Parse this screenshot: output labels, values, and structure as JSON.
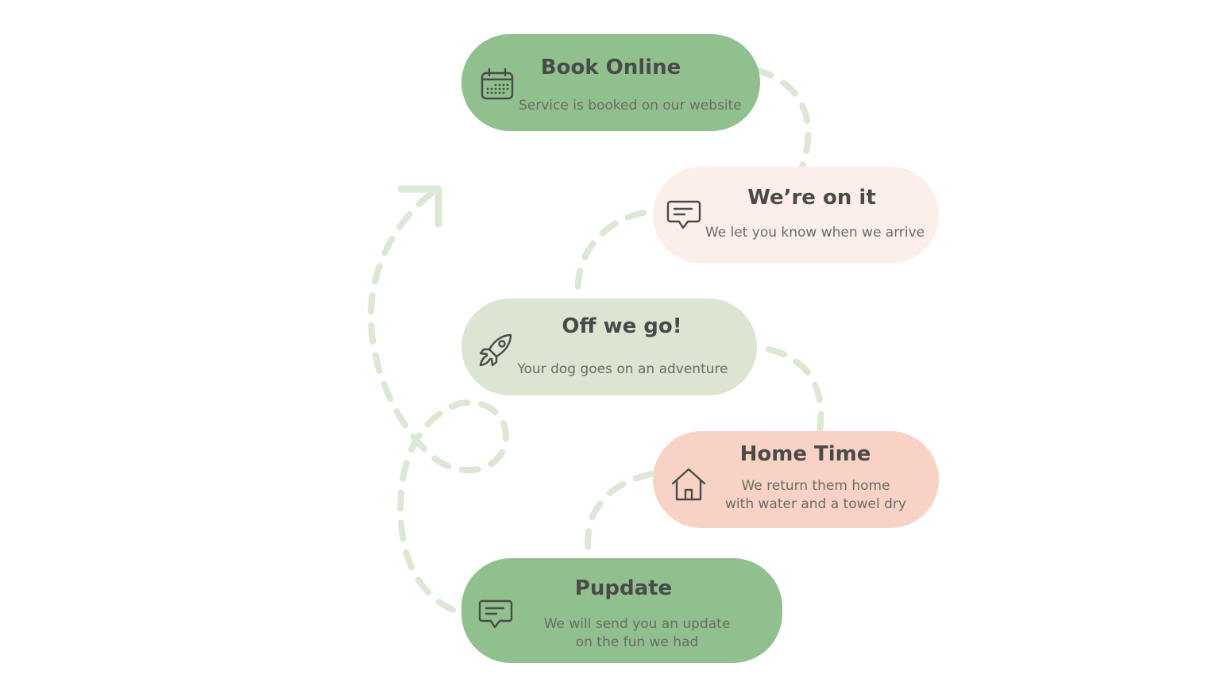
{
  "colors": {
    "green": "#90c08e",
    "light_green": "#dbe5d2",
    "light_pink": "#fcefea",
    "salmon": "#f8d3c5",
    "dash": "#dde7d6",
    "text_dark": "#4a4a48",
    "text_muted": "#6b6b66"
  },
  "steps": [
    {
      "title": "Book Online",
      "desc": "Service is booked on our website",
      "icon": "calendar-icon"
    },
    {
      "title": "We’re on it",
      "desc": "We let you know when we arrive",
      "icon": "chat-bubble-icon"
    },
    {
      "title": "Off we go!",
      "desc": "Your dog goes on an adventure",
      "icon": "rocket-icon"
    },
    {
      "title": "Home Time",
      "desc": "We return them home with water and a towel dry",
      "desc_lines": [
        "We return them home",
        "with water and a towel dry"
      ],
      "icon": "house-icon"
    },
    {
      "title": "Pupdate",
      "desc": "We will send you an update on the fun we had",
      "desc_lines": [
        "We will send you an update",
        "on the fun we had"
      ],
      "icon": "chat-bubble-icon"
    }
  ]
}
